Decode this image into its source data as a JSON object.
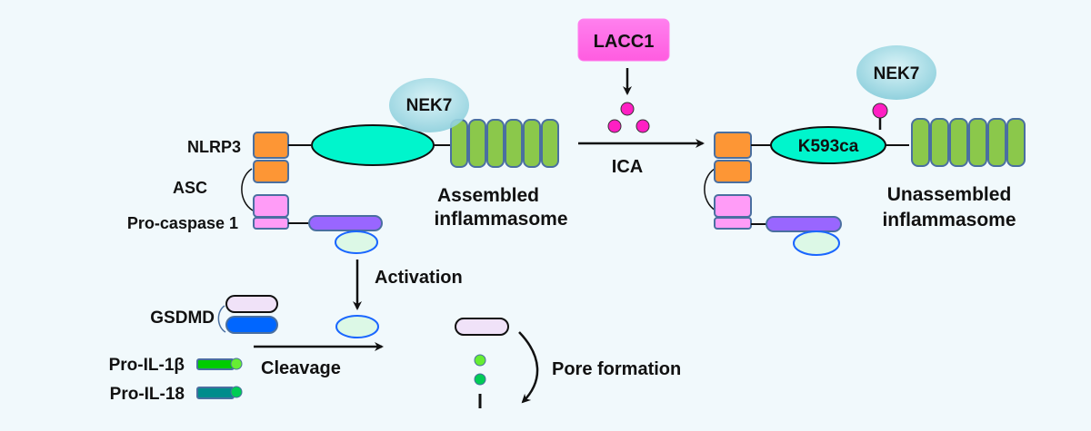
{
  "left_complex": {
    "labels": {
      "nlrp3": "NLRP3",
      "asc": "ASC",
      "pro_caspase1": "Pro-caspase 1"
    },
    "nek7": "NEK7",
    "caption_line1": "Assembled",
    "caption_line2": "inflammasome"
  },
  "center": {
    "lacc1": "LACC1",
    "ica": "ICA"
  },
  "right_complex": {
    "nek7": "NEK7",
    "nacht_label": "K593ca",
    "caption_line1": "Unassembled",
    "caption_line2": "inflammasome"
  },
  "bottom": {
    "activation": "Activation",
    "cleavage": "Cleavage",
    "pore_formation": "Pore formation",
    "gsdmd": "GSDMD",
    "pro_il1b": "Pro-IL-1β",
    "pro_il18": "Pro-IL-18"
  },
  "colors": {
    "background": "#f1f9fc",
    "pyd_orange": "#fd9635",
    "card_pink": "#ff9cf7",
    "nacht_teal": "#00f5cc",
    "lrr_green": "#8bc84b",
    "caspase_purple": "#9966ff",
    "caspase_p20": "#dcf8e6",
    "nek7_blue": "#a8dde6",
    "lacc1_magenta": "#ff66e5",
    "ica_magenta": "#ff1fc3",
    "gsdmd_n": "#f0e2f8",
    "gsdmd_c": "#0066ff",
    "il1b_green": "#00cc00",
    "il18_teal": "#008c8c",
    "domain_border": "#4a6fa0"
  }
}
